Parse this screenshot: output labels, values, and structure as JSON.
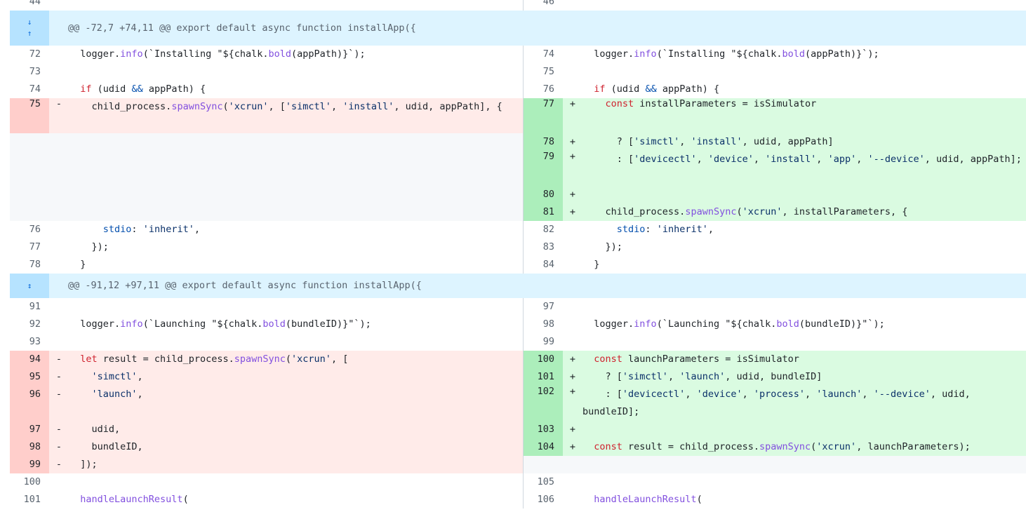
{
  "top_partial": {
    "left_num": "44",
    "right_num": "46"
  },
  "hunks": [
    {
      "header": "@@ -72,7 +74,11 @@ export default async function installApp({"
    },
    {
      "header": "@@ -91,12 +97,11 @@ export default async function installApp({"
    }
  ],
  "lines": {
    "l72": {
      "num": "72",
      "code": "  logger.info(`Installing \"${chalk.bold(appPath)}`);"
    },
    "r74": {
      "num": "74",
      "code": "  logger.info(`Installing \"${chalk.bold(appPath)}`);"
    },
    "l73": {
      "num": "73",
      "code": ""
    },
    "r75": {
      "num": "75",
      "code": ""
    },
    "l74": {
      "num": "74",
      "code": "  if (udid && appPath) {"
    },
    "r76": {
      "num": "76",
      "code": "  if (udid && appPath) {"
    },
    "l75": {
      "num": "75",
      "marker": "-",
      "code": "    child_process.spawnSync('xcrun', ['simctl', 'install', udid, appPath], {"
    },
    "r77": {
      "num": "77",
      "marker": "+",
      "code": "    const installParameters = isSimulator"
    },
    "r78": {
      "num": "78",
      "marker": "+",
      "code": "      ? ['simctl', 'install', udid, appPath]"
    },
    "r79": {
      "num": "79",
      "marker": "+",
      "code": "      : ['devicectl', 'device', 'install', 'app', '--device', udid, appPath];"
    },
    "r80": {
      "num": "80",
      "marker": "+",
      "code": ""
    },
    "r81": {
      "num": "81",
      "marker": "+",
      "code": "    child_process.spawnSync('xcrun', installParameters, {"
    },
    "l76": {
      "num": "76",
      "code": "      stdio: 'inherit',"
    },
    "r82": {
      "num": "82",
      "code": "      stdio: 'inherit',"
    },
    "l77": {
      "num": "77",
      "code": "    });"
    },
    "r83": {
      "num": "83",
      "code": "    });"
    },
    "l78": {
      "num": "78",
      "code": "  }"
    },
    "r84": {
      "num": "84",
      "code": "  }"
    },
    "l91": {
      "num": "91",
      "code": ""
    },
    "r97": {
      "num": "97",
      "code": ""
    },
    "l92": {
      "num": "92",
      "code": "  logger.info(`Launching \"${chalk.bold(bundleID)}\"`);"
    },
    "r98": {
      "num": "98",
      "code": "  logger.info(`Launching \"${chalk.bold(bundleID)}\"`);"
    },
    "l93": {
      "num": "93",
      "code": ""
    },
    "r99": {
      "num": "99",
      "code": ""
    },
    "l94": {
      "num": "94",
      "marker": "-",
      "code": "  let result = child_process.spawnSync('xcrun', ["
    },
    "r100": {
      "num": "100",
      "marker": "+",
      "code": "  const launchParameters = isSimulator"
    },
    "l95": {
      "num": "95",
      "marker": "-",
      "code": "    'simctl',"
    },
    "r101": {
      "num": "101",
      "marker": "+",
      "code": "    ? ['simctl', 'launch', udid, bundleID]"
    },
    "l96": {
      "num": "96",
      "marker": "-",
      "code": "    'launch',"
    },
    "r102": {
      "num": "102",
      "marker": "+",
      "code": "    : ['devicectl', 'device', 'process', 'launch', '--device', udid, bundleID];"
    },
    "l97": {
      "num": "97",
      "marker": "-",
      "code": "    udid,"
    },
    "r103": {
      "num": "103",
      "marker": "+",
      "code": ""
    },
    "l98": {
      "num": "98",
      "marker": "-",
      "code": "    bundleID,"
    },
    "r104": {
      "num": "104",
      "marker": "+",
      "code": "  const result = child_process.spawnSync('xcrun', launchParameters);"
    },
    "l99": {
      "num": "99",
      "marker": "-",
      "code": "  ]);"
    },
    "l100": {
      "num": "100",
      "code": ""
    },
    "r105": {
      "num": "105",
      "code": ""
    },
    "l101": {
      "num": "101",
      "code": "  handleLaunchResult("
    },
    "r106": {
      "num": "106",
      "code": "  handleLaunchResult("
    }
  },
  "icons": {
    "expand_down": "↓",
    "expand_up": "↑",
    "expand_both": "↕"
  }
}
